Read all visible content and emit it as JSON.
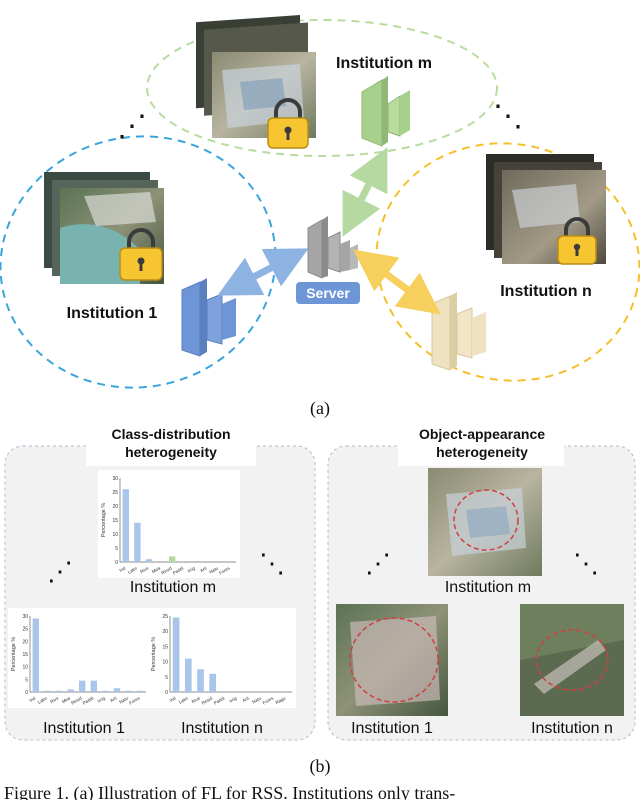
{
  "part_a": {
    "inst_m": "Institution m",
    "inst_1": "Institution 1",
    "inst_n": "Institution n",
    "server": "Server",
    "dots": "⋱",
    "label": "(a)"
  },
  "part_b": {
    "left_title_1": "Class-distribution",
    "left_title_2": "heterogeneity",
    "right_title_1": "Object-appearance",
    "right_title_2": "heterogeneity",
    "cap_m": "Institution m",
    "cap_1": "Institution 1",
    "cap_n": "Institution n",
    "img_cap_m": "Institution m",
    "img_cap_1": "Institution 1",
    "img_cap_n": "Institution n",
    "dots": "⋰",
    "label": "(b)"
  },
  "caption": "Figure 1.  (a) Illustration of FL for RSS. Institutions only trans-",
  "colors": {
    "blue": "#3aa4dc",
    "green": "#a8d08d",
    "yellow": "#f5bf28",
    "bar": "#a9c6ea",
    "server": "#6e95d6"
  },
  "chart_data": [
    {
      "type": "bar",
      "name": "Institution m",
      "ylabel": "Percentage %",
      "ylim": [
        0,
        30
      ],
      "yticks": [
        "0",
        "5",
        "10",
        "15",
        "20",
        "25",
        "30"
      ],
      "categories": [
        "Ind",
        "Lake",
        "Rive",
        "Mea",
        "Resid",
        "Paddi",
        "Irrig",
        "Arti",
        "Natu",
        "Fores"
      ],
      "values": [
        26,
        14,
        1,
        0,
        2,
        0,
        0,
        0,
        0,
        0
      ]
    },
    {
      "type": "bar",
      "name": "Institution 1",
      "ylabel": "Percentage %",
      "ylim": [
        0,
        30
      ],
      "yticks": [
        "0",
        "5",
        "10",
        "15",
        "20",
        "25",
        "30"
      ],
      "categories": [
        "Ind",
        "Lake",
        "Rive",
        "Mea",
        "Resid",
        "Paddi",
        "Irrig",
        "Arti",
        "Natu",
        "Fores"
      ],
      "values": [
        29,
        0.5,
        0.5,
        1,
        4.5,
        4.5,
        0.5,
        1.5,
        0.5,
        0.5
      ]
    },
    {
      "type": "bar",
      "name": "Institution n",
      "ylabel": "Percentage %",
      "ylim": [
        0,
        25
      ],
      "yticks": [
        "0",
        "5",
        "10",
        "15",
        "20",
        "25"
      ],
      "categories": [
        "Ind",
        "Lake",
        "Rive",
        "Resid",
        "Paddi",
        "Irrig",
        "Arti",
        "Natu",
        "Fores",
        "Ragu"
      ],
      "values": [
        24.5,
        11,
        7.5,
        6,
        0,
        0,
        0,
        0,
        0,
        0
      ]
    }
  ]
}
